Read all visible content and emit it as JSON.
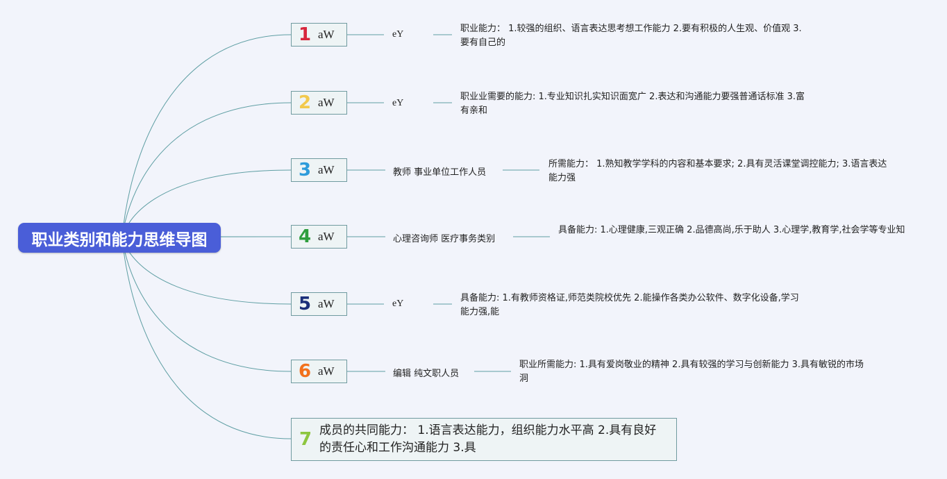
{
  "root": {
    "title": "职业类别和能力思维导图"
  },
  "branches": [
    {
      "num": "1",
      "num_color": "#d7263d",
      "label": "aW",
      "sub": "eY",
      "desc": "职业能力： 1.较强的组织、语言表达思考想工作能力 2.要有积极的人生观、价值观 3.要有自己的"
    },
    {
      "num": "2",
      "num_color": "#f2c94c",
      "label": "aW",
      "sub": "eY",
      "desc": "职业业需要的能力: 1.专业知识扎实知识面宽广 2.表达和沟通能力要强普通话标准 3.富有亲和"
    },
    {
      "num": "3",
      "num_color": "#2d9cdb",
      "label": "aW",
      "sub": "教师 事业单位工作人员",
      "desc": "所需能力： 1.熟知教学学科的内容和基本要求; 2.具有灵活课堂调控能力; 3.语言表达能力强"
    },
    {
      "num": "4",
      "num_color": "#2e9e3e",
      "label": "aW",
      "sub": "心理咨询师 医疗事务类别",
      "desc": "具备能力: 1.心理健康,三观正确 2.品德高尚,乐于助人 3.心理学,教育学,社会学等专业知"
    },
    {
      "num": "5",
      "num_color": "#1b2f7a",
      "label": "aW",
      "sub": "eY",
      "desc": "具备能力: 1.有教师资格证,师范类院校优先 2.能操作各类办公软件、数字化设备,学习能力强,能"
    },
    {
      "num": "6",
      "num_color": "#f2711c",
      "label": "aW",
      "sub": "编辑 纯文职人员",
      "desc": "职业所需能力: 1.具有爱岗敬业的精神 2.具有较强的学习与创新能力 3.具有敏锐的市场洞"
    }
  ],
  "last": {
    "num": "7",
    "num_color": "#8dc63f",
    "text": "成员的共同能力： 1.语言表达能力，组织能力水平高 2.具有良好的责任心和工作沟通能力 3.具"
  },
  "colors": {
    "line": "#5e9ea3",
    "root_bg": "#4a5ed8",
    "bg": "#f2f4fb"
  }
}
